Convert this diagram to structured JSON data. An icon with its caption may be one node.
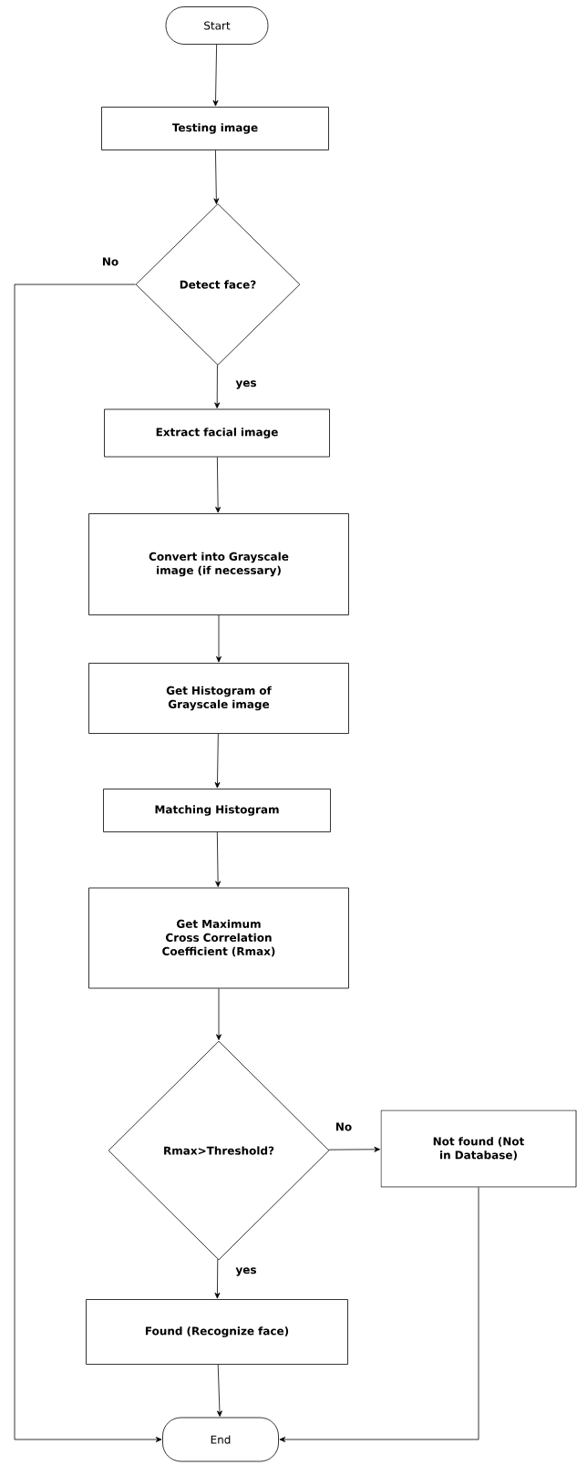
{
  "diagram": {
    "nodes": [
      {
        "text": [
          "Start"
        ]
      },
      {
        "text": [
          "Testing image"
        ]
      },
      {
        "text": [
          "Detect face?"
        ]
      },
      {
        "text": [
          "Extract facial image"
        ]
      },
      {
        "text": [
          "Convert into Grayscale image (if necessary)"
        ]
      },
      {
        "text": [
          "Get Histogram of Grayscale image"
        ]
      },
      {
        "text": [
          "Matching Histogram"
        ]
      },
      {
        "text": [
          "Get Maximum Cross Correlation Coefficient (Rmax)"
        ]
      },
      {
        "text": [
          "Rmax>Threshold?"
        ]
      },
      {
        "text": [
          "Not found (Not in Database)"
        ]
      },
      {
        "text": [
          "Found (Recognize face)"
        ]
      },
      {
        "text": [
          "End"
        ]
      }
    ],
    "edges": [
      {
        "from": 0,
        "to": 1,
        "arrow": "to"
      },
      {
        "from": 1,
        "to": 2,
        "arrow": "to"
      },
      {
        "from": 2,
        "to": 3,
        "arrow": "to",
        "label": "yes"
      },
      {
        "from": 2,
        "to": 11,
        "arrow": "to",
        "label": "No"
      },
      {
        "from": 3,
        "to": 4,
        "arrow": "to"
      },
      {
        "from": 4,
        "to": 5,
        "arrow": "to"
      },
      {
        "from": 5,
        "to": 6,
        "arrow": "to"
      },
      {
        "from": 6,
        "to": 7,
        "arrow": "to"
      },
      {
        "from": 7,
        "to": 8,
        "arrow": "to"
      },
      {
        "from": 8,
        "to": 9,
        "arrow": "to",
        "label": "No"
      },
      {
        "from": 8,
        "to": 10,
        "arrow": "to",
        "label": "yes"
      },
      {
        "from": 10,
        "to": 11,
        "arrow": "to"
      },
      {
        "from": 9,
        "to": 11,
        "arrow": "to"
      }
    ]
  }
}
